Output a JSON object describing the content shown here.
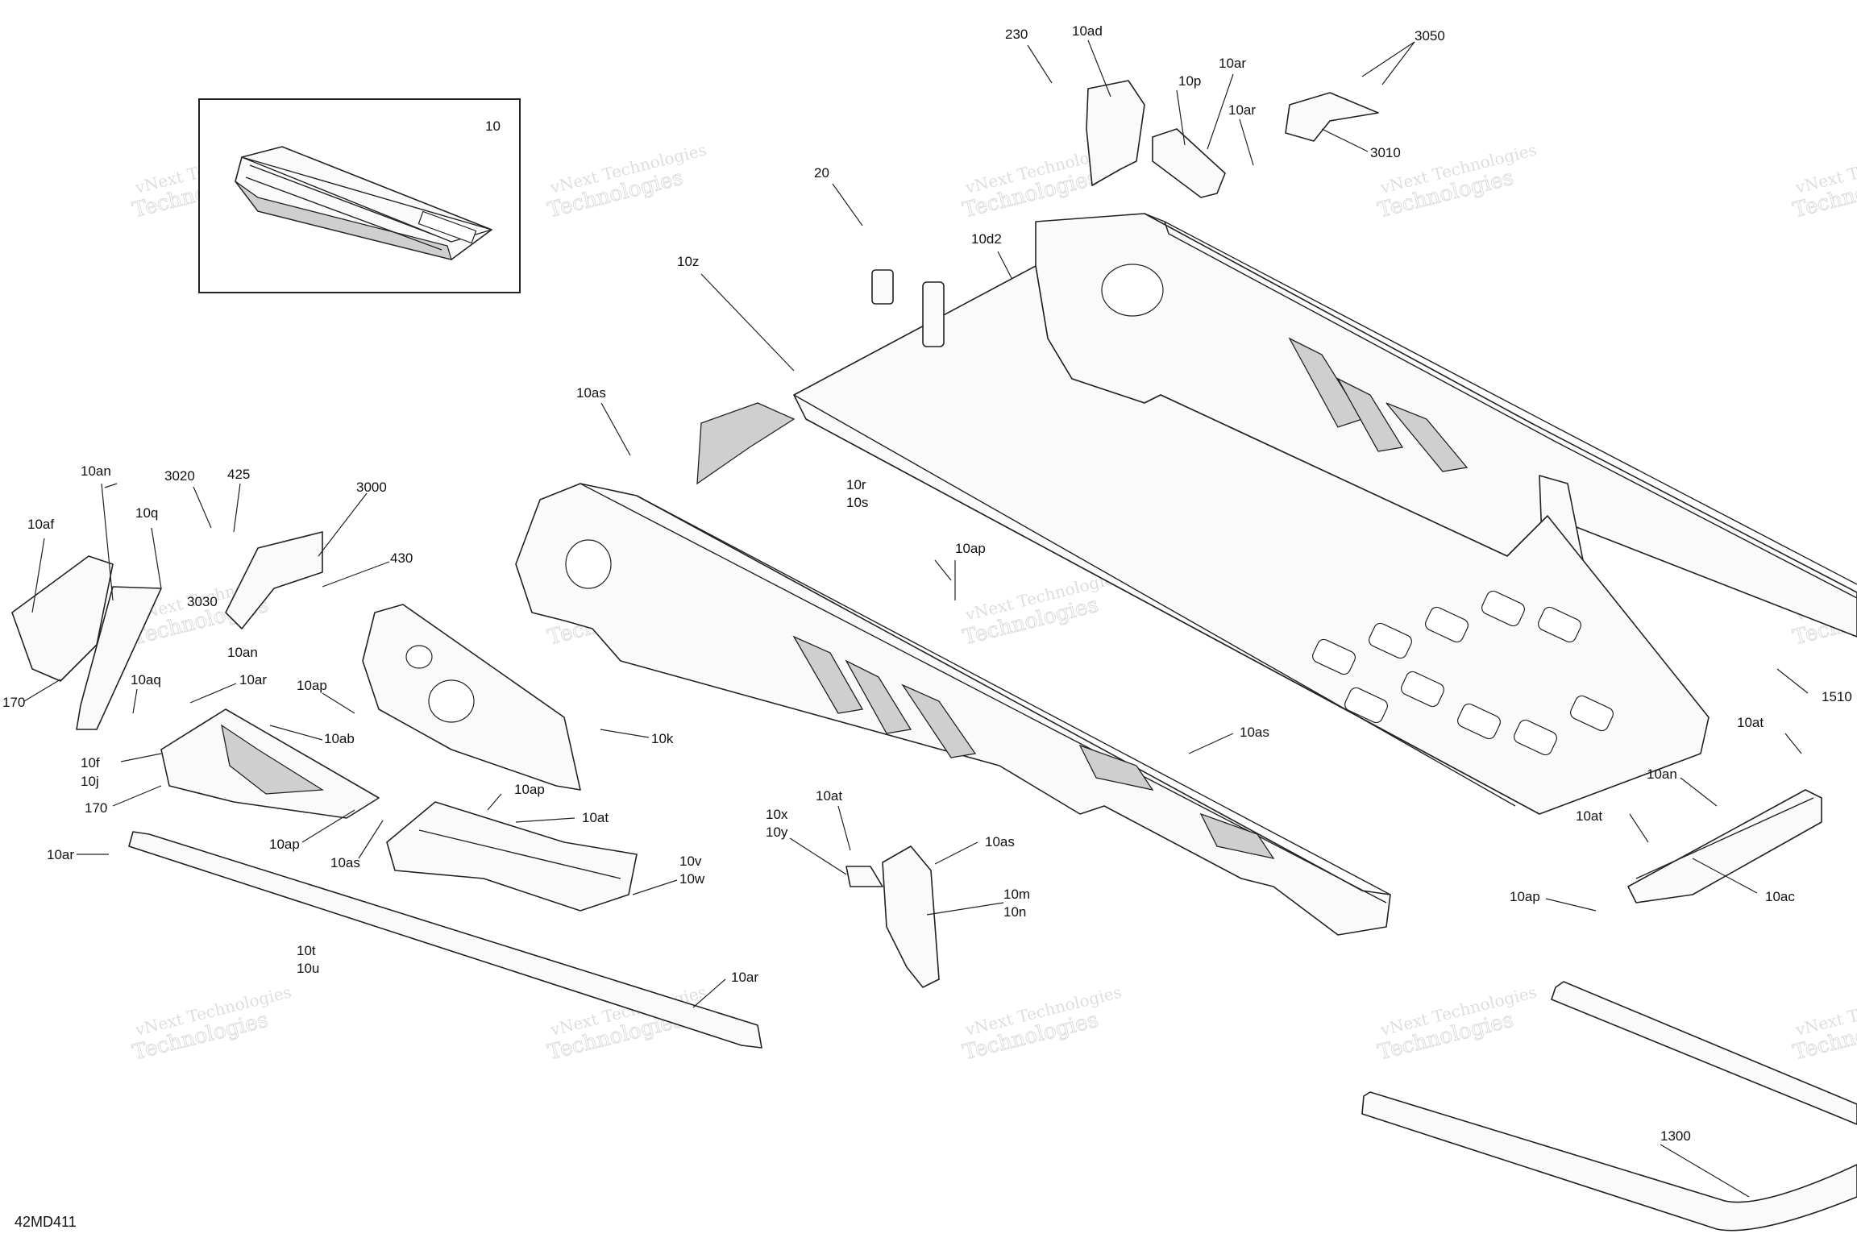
{
  "diagram": {
    "code": "42MD411",
    "inset_label": "10",
    "watermark": {
      "line1": "vNext Technologies",
      "line2": "Technologies",
      "line3": "vNext"
    },
    "callouts": [
      "230",
      "10ad",
      "10ar",
      "3050",
      "10p",
      "10ar",
      "3010",
      "20",
      "10z",
      "10d2",
      "10as",
      "10an",
      "10af",
      "10q",
      "3020",
      "425",
      "3000",
      "430",
      "3030",
      "170",
      "10an",
      "10aq",
      "10ar",
      "10ap",
      "10ab",
      "10f",
      "10j",
      "170",
      "10ap",
      "10as",
      "10ap",
      "10at",
      "10ar",
      "10k",
      "10r",
      "10s",
      "10ap",
      "10v",
      "10w",
      "10t",
      "10u",
      "10ar",
      "10at",
      "10x",
      "10y",
      "10as",
      "10m",
      "10n",
      "10as",
      "1510",
      "10at",
      "10an",
      "10at",
      "10ac",
      "10ap",
      "1300"
    ]
  },
  "colors": {
    "line": "#222222",
    "background": "#ffffff",
    "fill": "#fafafa",
    "shade": "#cfcfcf"
  }
}
